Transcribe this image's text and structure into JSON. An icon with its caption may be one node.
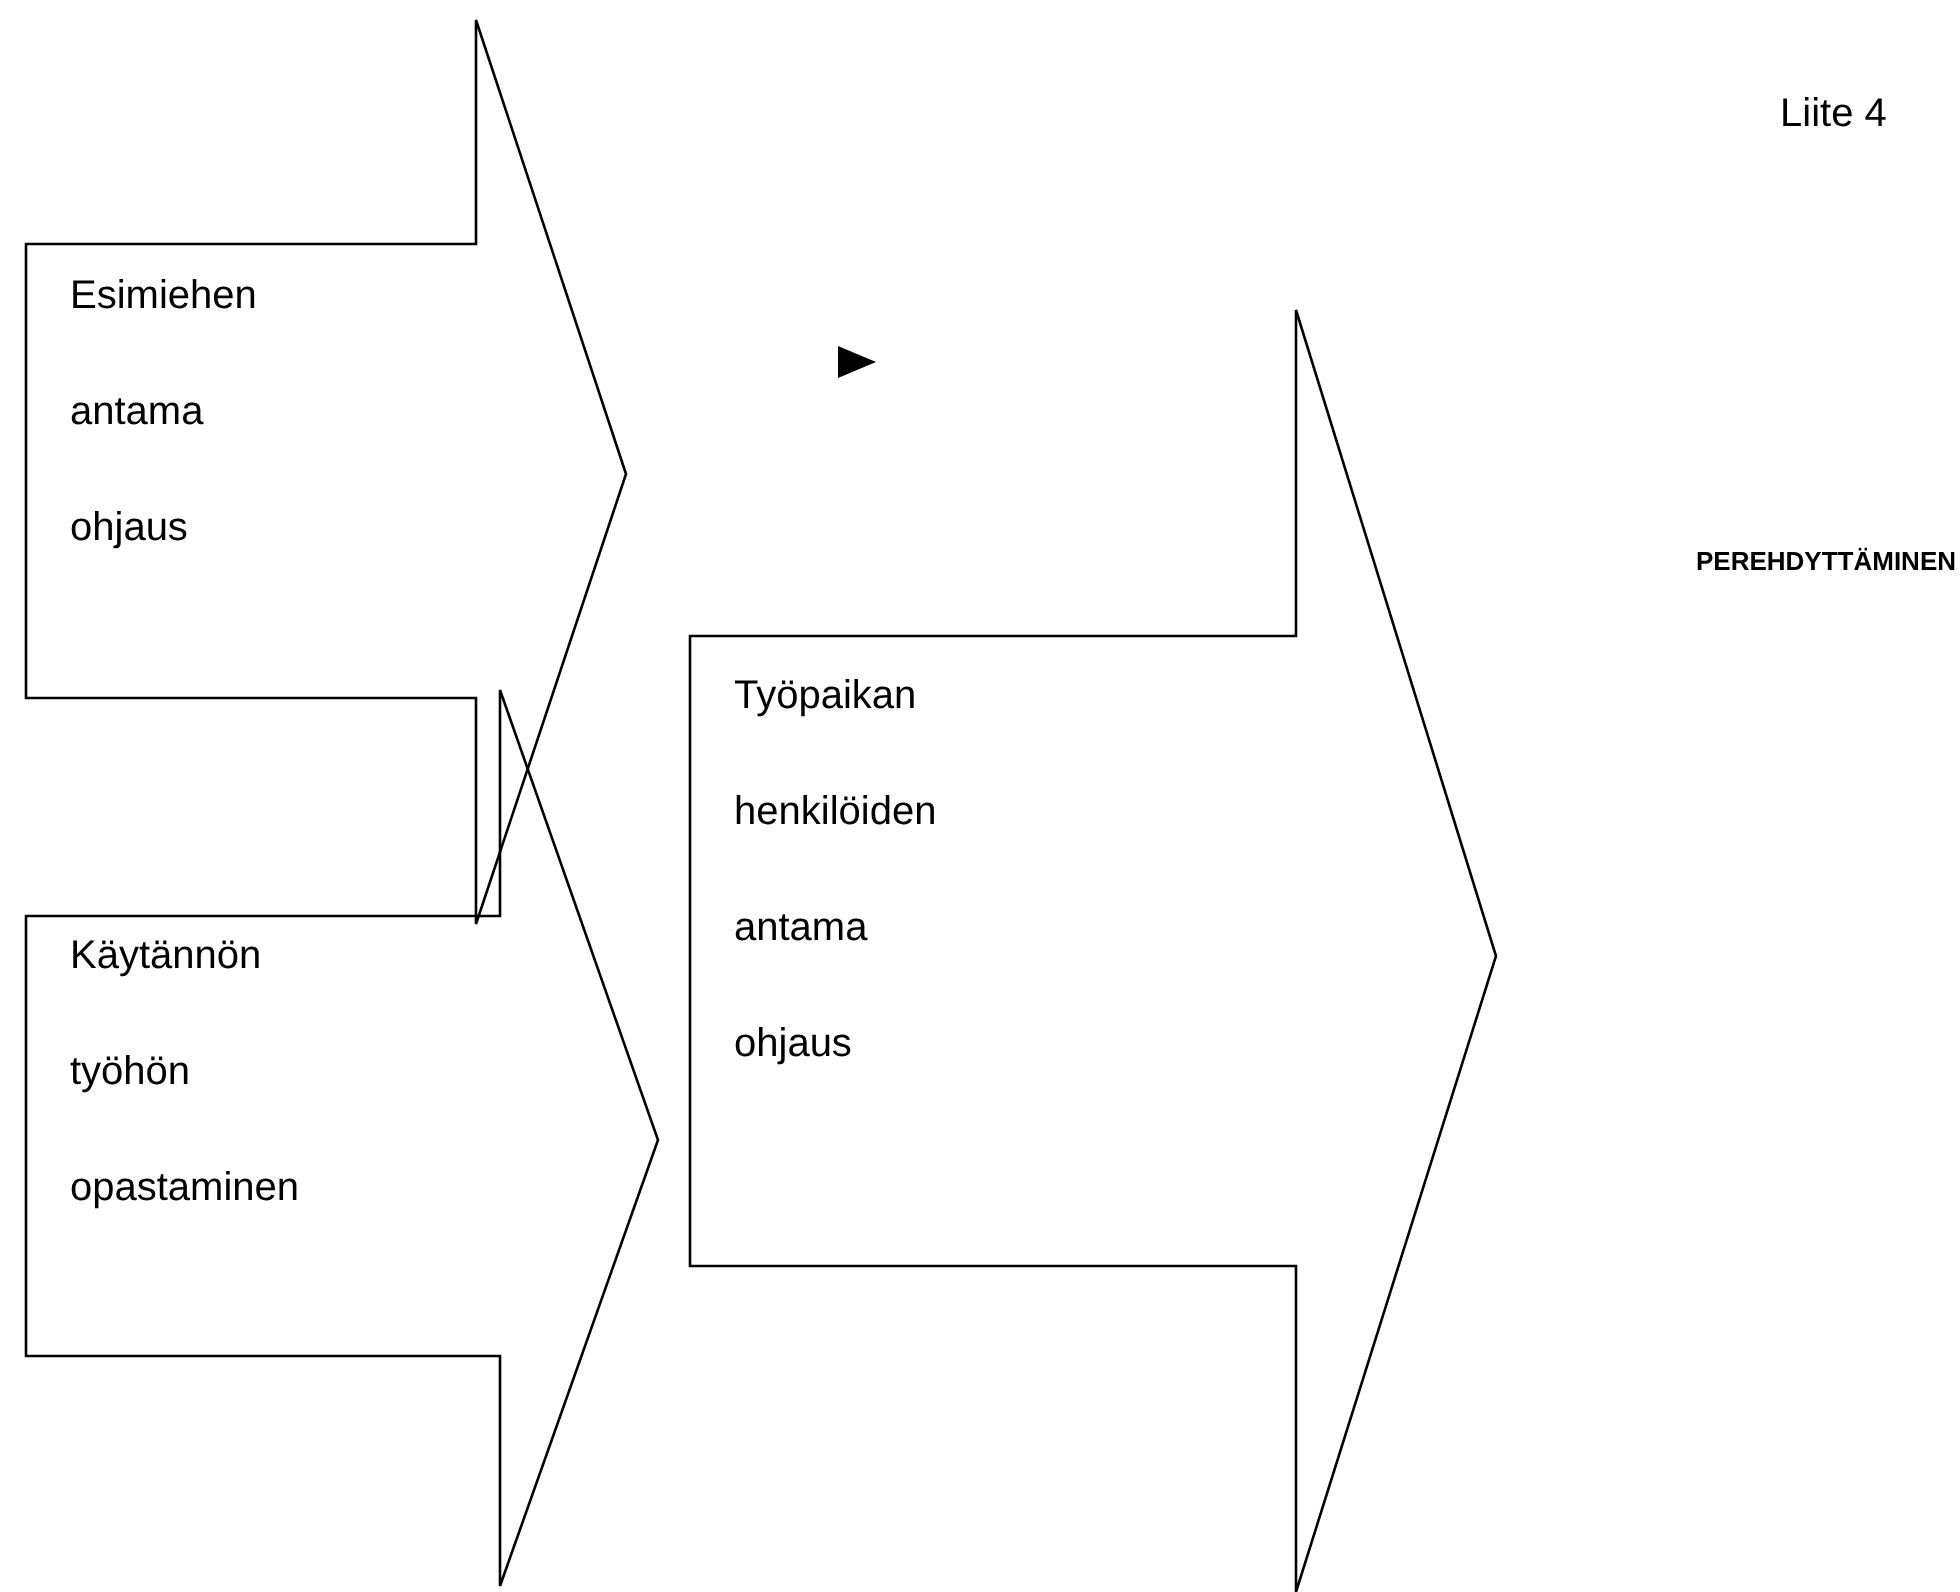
{
  "diagram": {
    "nodes": [
      {
        "text": [
          "Esimiehen antama ohjaus"
        ]
      },
      {
        "text": [
          "Käytännön työhön opastaminen"
        ]
      },
      {
        "text": [
          "Työpaikan henkilöiden antama ohjaus"
        ]
      }
    ],
    "labels": [
      "Liite 4",
      "PEREHDYTTÄMINEN"
    ]
  }
}
